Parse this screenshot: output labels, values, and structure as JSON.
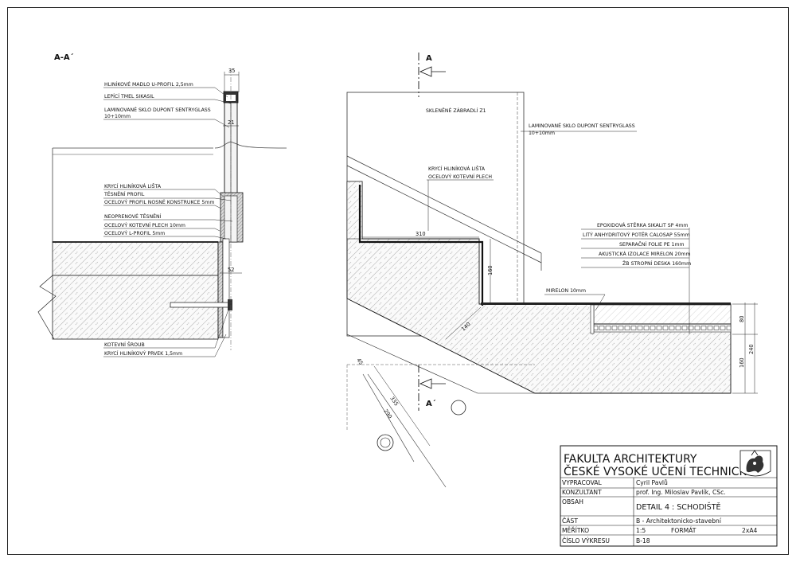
{
  "section_title": "A-A´",
  "section_markers": {
    "top": "A",
    "bottom": "A´"
  },
  "left_detail": {
    "labels": [
      "HLINÍKOVÉ MADLO U-PROFIL 2,5mm",
      "LEPÍCÍ TMEL SIKASIL",
      "LAMINOVANÉ SKLO DUPONT SENTRYGLASS",
      "10+10mm",
      "KRYCÍ HLINÍKOVÁ LIŠTA",
      "TĚSNĚNÍ PROFIL",
      "OCELOVÝ PROFIL NOSNÉ KONSTRUKCE 5mm",
      "NEOPRENOVÉ TĚSNĚNÍ",
      "OCELOVÝ KOTEVNÍ PLECH 10mm",
      "OCELOVÝ L-PROFIL 5mm",
      "KOTEVNÍ ŠROUB",
      "KRYCÍ HLINÍKOVÝ PRVEK 1,5mm"
    ],
    "dims": {
      "top_width": "35",
      "gap": "21",
      "anchor": "52"
    }
  },
  "right_detail": {
    "railing_label": "SKLENĚNÉ ZÁBRADLÍ Z1",
    "glass_labels": [
      "LAMINOVANÉ SKLO DUPONT SENTRYGLASS",
      "10+10mm"
    ],
    "trim_labels": [
      "KRYCÍ HLINÍKOVÁ LIŠTA",
      "OCELOVÝ KOTEVNÍ PLECH"
    ],
    "layers": [
      "EPOXIDOVÁ STĚRKA SIKALIT SP 4mm",
      "LITÝ ANHYDRITOVÝ POTĚR CALOSAP 55mm",
      "SEPARAČNÍ FOLIE PE 1mm",
      "AKUSTICKÁ IZOLACE MIRELON 20mm",
      "ŽB STROPNÍ DESKA 160mm"
    ],
    "mirelon_label": "MIRELON 10mm",
    "dims": {
      "d310": "310",
      "d160a": "160",
      "d140": "140",
      "d45": "45",
      "d335": "335",
      "d290": "290",
      "d80": "80",
      "d240": "240",
      "d160b": "160"
    }
  },
  "title_block": {
    "school_line1": "FAKULTA ARCHITEKTURY",
    "school_line2": "ČESKÉ VYSOKÉ UČENÍ TECHNICKÉ",
    "rows": [
      {
        "label": "VYPRACOVAL",
        "value": "Cyril Pavlů"
      },
      {
        "label": "KONZULTANT",
        "value": "prof. Ing. Miloslav Pavlík, CSc."
      },
      {
        "label": "OBSAH",
        "value": "DETAIL 4 : SCHODIŠTĚ"
      },
      {
        "label": "ČÁST",
        "value": "B - Architektonicko-stavební"
      },
      {
        "label": "MĚŘÍTKO",
        "value": "1:5"
      },
      {
        "label": "ČÍSLO VÝKRESU",
        "value": "B-18"
      }
    ],
    "format_label": "FORMÁT",
    "format_value": "2xA4",
    "seal_icon": "lion-crest-icon"
  }
}
